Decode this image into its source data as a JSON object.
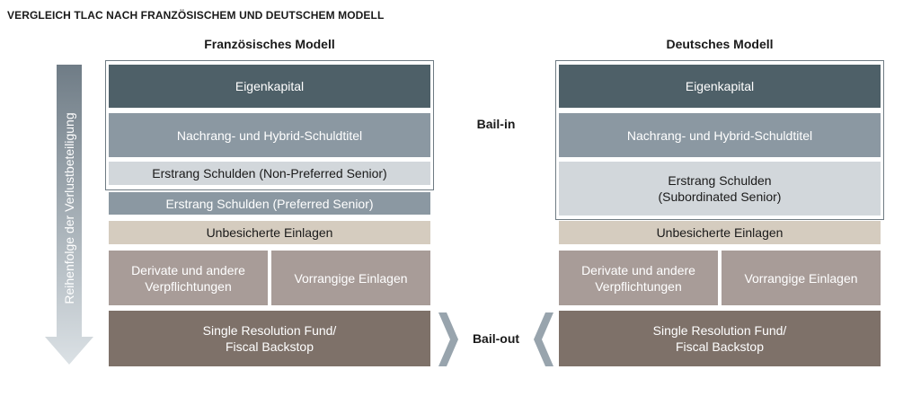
{
  "title": "VERGLEICH TLAC NACH FRANZÖSISCHEM UND DEUTSCHEM MODELL",
  "arrow_label": "Reihenfolge der Verlustbeteiligung",
  "center": {
    "bail_in": "Bail-in",
    "bail_out": "Bail-out"
  },
  "french": {
    "heading": "Französisches Modell",
    "equity": "Eigenkapital",
    "hybrid": "Nachrang- und Hybrid-Schuldtitel",
    "non_preferred": "Erstrang Schulden (Non-Preferred Senior)",
    "preferred": "Erstrang Schulden (Preferred Senior)",
    "unsecured": "Unbesicherte Einlagen",
    "derivatives": "Derivate und andere\nVerpflichtungen",
    "priority_deposits": "Vorrangige Einlagen",
    "fund": "Single Resolution Fund/\nFiscal Backstop"
  },
  "german": {
    "heading": "Deutsches Modell",
    "equity": "Eigenkapital",
    "hybrid": "Nachrang- und Hybrid-Schuldtitel",
    "subordinated": "Erstrang Schulden\n(Subordinated Senior)",
    "unsecured": "Unbesicherte Einlagen",
    "derivatives": "Derivate und andere\nVerpflichtungen",
    "priority_deposits": "Vorrangige Einlagen",
    "fund": "Single Resolution Fund/\nFiscal Backstop"
  },
  "colors": {
    "equity": "#4e6068",
    "hybrid": "#8b98a2",
    "senior_light": "#d2d7db",
    "unsecured": "#d5ccbf",
    "derivatives": "#a89c98",
    "fund": "#7e7169",
    "arrow": "#9aa7b0"
  }
}
